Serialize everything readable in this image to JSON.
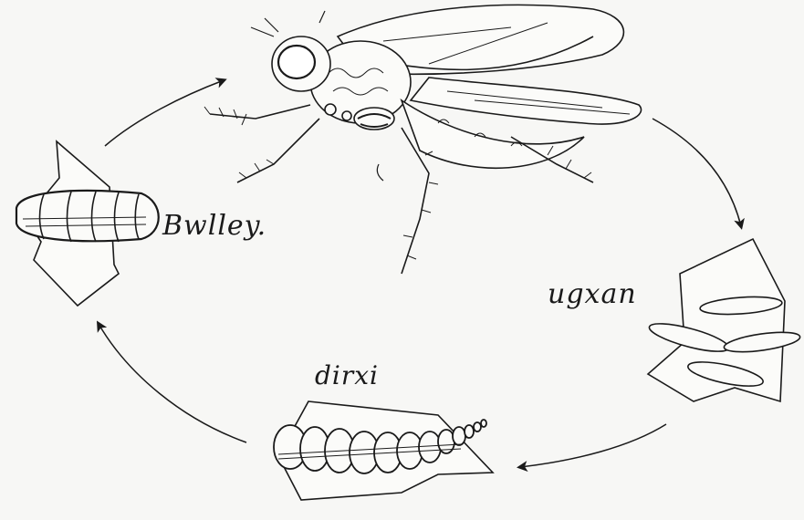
{
  "diagram": {
    "stages": {
      "adult": {
        "icon": "adult-fly-icon"
      },
      "eggs": {
        "label": "ugxan",
        "icon": "eggs-icon"
      },
      "larva": {
        "label": "dirxi",
        "icon": "larva-icon"
      },
      "pupa": {
        "label": "Bwlley.",
        "icon": "pupa-icon"
      }
    },
    "colors": {
      "ink": "#1a1a1a",
      "paper": "#f7f7f5"
    }
  }
}
